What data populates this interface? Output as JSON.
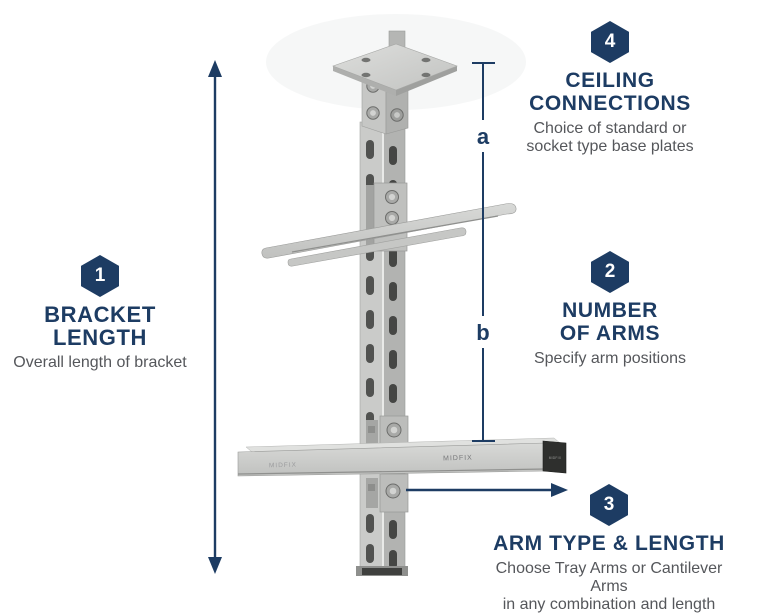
{
  "colors": {
    "navy": "#1d3c63",
    "body_text": "#55575b",
    "steel_light": "#d6d7d5",
    "steel_mid": "#b2b3b1",
    "steel_dark": "#8e8f8d",
    "end_cap": "#2e2f2d"
  },
  "callouts": {
    "bracket_length": {
      "number": "1",
      "title": "BRACKET LENGTH",
      "description": "Overall length of bracket"
    },
    "number_of_arms": {
      "number": "2",
      "title_line1": "NUMBER",
      "title_line2": "OF ARMS",
      "description": "Specify arm positions"
    },
    "arm_type_length": {
      "number": "3",
      "title": "ARM TYPE & LENGTH",
      "description_line1": "Choose Tray Arms or Cantilever Arms",
      "description_line2": "in any combination and length"
    },
    "ceiling_connections": {
      "number": "4",
      "title_line1": "CEILING",
      "title_line2": "CONNECTIONS",
      "description_line1": "Choice of standard or",
      "description_line2": "socket type base plates"
    }
  },
  "dimension_labels": {
    "a": "a",
    "b": "b"
  },
  "arm_branding": {
    "left": "MIDFIX",
    "right": "MIDFIX",
    "end_cap": "MIDFIX"
  }
}
